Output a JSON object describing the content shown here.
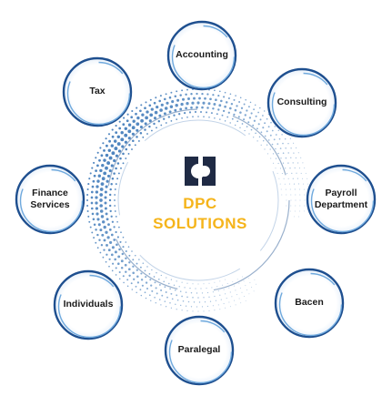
{
  "center": {
    "line1": "DPC",
    "line2": "SOLUTIONS",
    "text_color": "#f5b41a",
    "logo_color": "#1f2a44"
  },
  "services": [
    {
      "id": "accounting",
      "lines": [
        "Accounting"
      ]
    },
    {
      "id": "consulting",
      "lines": [
        "Consulting"
      ]
    },
    {
      "id": "payroll",
      "lines": [
        "Payroll",
        "Department"
      ]
    },
    {
      "id": "bacen",
      "lines": [
        "Bacen"
      ]
    },
    {
      "id": "paralegal",
      "lines": [
        "Paralegal"
      ]
    },
    {
      "id": "individuals",
      "lines": [
        "Individuals"
      ]
    },
    {
      "id": "finance",
      "lines": [
        "Finance",
        "Services"
      ]
    },
    {
      "id": "tax",
      "lines": [
        "Tax"
      ]
    }
  ],
  "colors": {
    "ring_dark": "#1e4f8f",
    "ring_light": "#6fa9dd",
    "dots": "#3c78b8"
  }
}
